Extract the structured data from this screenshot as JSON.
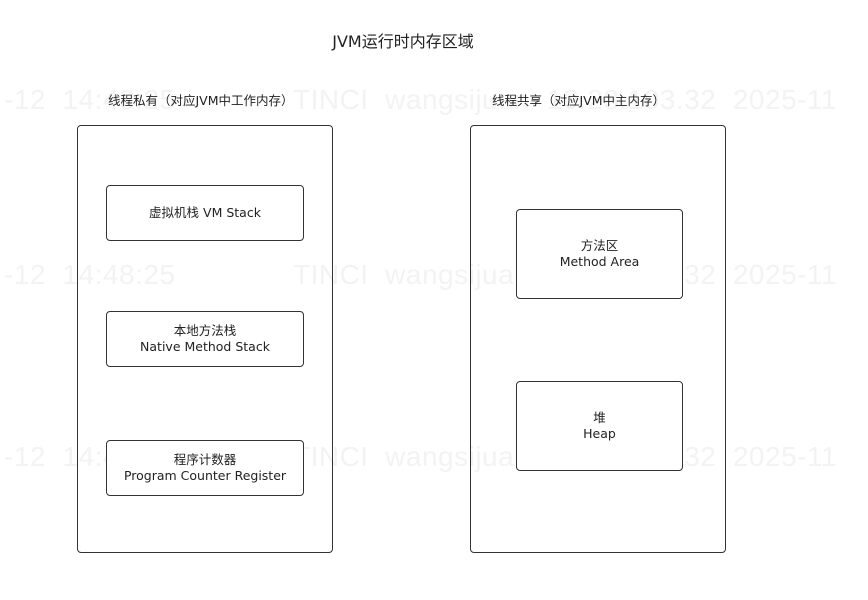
{
  "title": "JVM运行时内存区域",
  "watermark": {
    "left": "-12  14:48:25",
    "right": "TINCI  wangsijuan  10.28.103.32  2025-11"
  },
  "private": {
    "label": "线程私有（对应JVM中工作内存）",
    "boxes": [
      {
        "line1": "虚拟机栈 VM Stack",
        "line2": ""
      },
      {
        "line1": "本地方法栈",
        "line2": "Native Method Stack"
      },
      {
        "line1": "程序计数器",
        "line2": "Program Counter Register"
      }
    ]
  },
  "shared": {
    "label": "线程共享（对应JVM中主内存）",
    "boxes": [
      {
        "line1": "方法区",
        "line2": "Method Area"
      },
      {
        "line1": "堆",
        "line2": "Heap"
      }
    ]
  }
}
